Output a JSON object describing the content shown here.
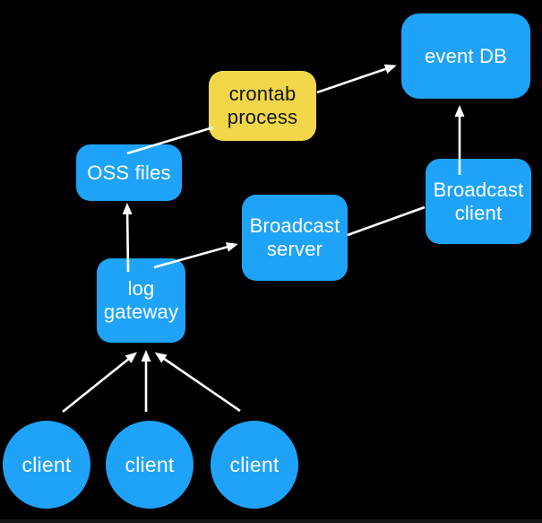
{
  "colors": {
    "bg": "#000000",
    "node_blue": "#1fa3f8",
    "node_yellow": "#f2d74a",
    "arrow": "#ffffff",
    "label_light": "#ffffff",
    "label_dark": "#141414"
  },
  "diagram": {
    "nodes": {
      "event_db": {
        "label": "event DB",
        "shape": "rounded-box",
        "color": "blue"
      },
      "crontab_process": {
        "label": "crontab\nprocess",
        "shape": "rounded-box",
        "color": "yellow"
      },
      "oss_files": {
        "label": "OSS files",
        "shape": "rounded-box",
        "color": "blue"
      },
      "broadcast_server": {
        "label": "Broadcast\nserver",
        "shape": "rounded-box",
        "color": "blue"
      },
      "broadcast_client": {
        "label": "Broadcast\nclient",
        "shape": "rounded-box",
        "color": "blue"
      },
      "log_gateway": {
        "label": "log\ngateway",
        "shape": "rounded-box",
        "color": "blue"
      },
      "clients": [
        {
          "label": "client",
          "shape": "circle",
          "color": "blue"
        },
        {
          "label": "client",
          "shape": "circle",
          "color": "blue"
        },
        {
          "label": "client",
          "shape": "circle",
          "color": "blue"
        }
      ]
    },
    "edges": [
      {
        "from": "client_1",
        "to": "log_gateway",
        "arrowhead": true
      },
      {
        "from": "client_2",
        "to": "log_gateway",
        "arrowhead": true
      },
      {
        "from": "client_3",
        "to": "log_gateway",
        "arrowhead": true
      },
      {
        "from": "log_gateway",
        "to": "oss_files",
        "arrowhead": true
      },
      {
        "from": "log_gateway",
        "to": "broadcast_server",
        "arrowhead": true
      },
      {
        "from": "oss_files",
        "to": "crontab_process",
        "arrowhead": false
      },
      {
        "from": "crontab_process",
        "to": "event_db",
        "arrowhead": true
      },
      {
        "from": "broadcast_server",
        "to": "broadcast_client",
        "arrowhead": false
      },
      {
        "from": "broadcast_client",
        "to": "event_db",
        "arrowhead": true
      }
    ]
  }
}
